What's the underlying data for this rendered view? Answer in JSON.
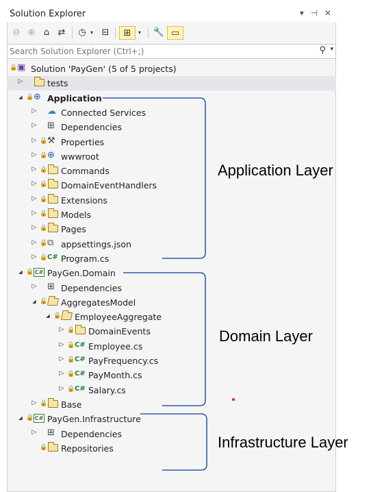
{
  "window": {
    "title": "Solution Explorer",
    "controls": "▾ ⊣ ✕"
  },
  "search": {
    "placeholder": "Search Solution Explorer (Ctrl+;)"
  },
  "tree": [
    {
      "label": "Solution 'PayGen' (5 of 5 projects)",
      "depth": 0,
      "expander": "",
      "lock": true,
      "icon": "solution-icon",
      "bold": false,
      "selected": false
    },
    {
      "label": "tests",
      "depth": 1,
      "expander": "right",
      "lock": false,
      "icon": "folder-icon",
      "bold": false,
      "selected": true
    },
    {
      "label": "Application",
      "depth": 1,
      "expander": "down",
      "lock": true,
      "icon": "web-project-icon",
      "bold": true,
      "selected": false
    },
    {
      "label": "Connected Services",
      "depth": 2,
      "expander": "right",
      "lock": false,
      "icon": "connected-services-icon",
      "bold": false,
      "selected": false
    },
    {
      "label": "Dependencies",
      "depth": 2,
      "expander": "right",
      "lock": false,
      "icon": "dependencies-icon",
      "bold": false,
      "selected": false
    },
    {
      "label": "Properties",
      "depth": 2,
      "expander": "right",
      "lock": true,
      "icon": "properties-icon",
      "bold": false,
      "selected": false
    },
    {
      "label": "wwwroot",
      "depth": 2,
      "expander": "right",
      "lock": true,
      "icon": "globe-icon",
      "bold": false,
      "selected": false
    },
    {
      "label": "Commands",
      "depth": 2,
      "expander": "right",
      "lock": true,
      "icon": "folder-icon",
      "bold": false,
      "selected": false
    },
    {
      "label": "DomainEventHandlers",
      "depth": 2,
      "expander": "right",
      "lock": true,
      "icon": "folder-icon",
      "bold": false,
      "selected": false
    },
    {
      "label": "Extensions",
      "depth": 2,
      "expander": "right",
      "lock": true,
      "icon": "folder-icon",
      "bold": false,
      "selected": false
    },
    {
      "label": "Models",
      "depth": 2,
      "expander": "right",
      "lock": true,
      "icon": "folder-icon",
      "bold": false,
      "selected": false
    },
    {
      "label": "Pages",
      "depth": 2,
      "expander": "right",
      "lock": true,
      "icon": "folder-icon",
      "bold": false,
      "selected": false
    },
    {
      "label": "appsettings.json",
      "depth": 2,
      "expander": "right",
      "lock": true,
      "icon": "json-file-icon",
      "bold": false,
      "selected": false
    },
    {
      "label": "Program.cs",
      "depth": 2,
      "expander": "right",
      "lock": true,
      "icon": "csharp-file-icon",
      "bold": false,
      "selected": false
    },
    {
      "label": "PayGen.Domain",
      "depth": 1,
      "expander": "down",
      "lock": true,
      "icon": "csharp-project-icon",
      "bold": false,
      "selected": false
    },
    {
      "label": "Dependencies",
      "depth": 2,
      "expander": "right",
      "lock": false,
      "icon": "dependencies-icon",
      "bold": false,
      "selected": false
    },
    {
      "label": "AggregatesModel",
      "depth": 2,
      "expander": "down",
      "lock": true,
      "icon": "folder-open-icon",
      "bold": false,
      "selected": false
    },
    {
      "label": "EmployeeAggregate",
      "depth": 3,
      "expander": "down",
      "lock": true,
      "icon": "folder-open-icon",
      "bold": false,
      "selected": false
    },
    {
      "label": "DomainEvents",
      "depth": 4,
      "expander": "right",
      "lock": true,
      "icon": "folder-icon",
      "bold": false,
      "selected": false
    },
    {
      "label": "Employee.cs",
      "depth": 4,
      "expander": "right",
      "lock": true,
      "icon": "csharp-file-icon",
      "bold": false,
      "selected": false
    },
    {
      "label": "PayFrequency.cs",
      "depth": 4,
      "expander": "right",
      "lock": true,
      "icon": "csharp-file-icon",
      "bold": false,
      "selected": false
    },
    {
      "label": "PayMonth.cs",
      "depth": 4,
      "expander": "right",
      "lock": true,
      "icon": "csharp-file-icon",
      "bold": false,
      "selected": false
    },
    {
      "label": "Salary.cs",
      "depth": 4,
      "expander": "right",
      "lock": true,
      "icon": "csharp-file-icon",
      "bold": false,
      "selected": false
    },
    {
      "label": "Base",
      "depth": 2,
      "expander": "right",
      "lock": true,
      "icon": "folder-icon",
      "bold": false,
      "selected": false
    },
    {
      "label": "PayGen.Infrastructure",
      "depth": 1,
      "expander": "down",
      "lock": true,
      "icon": "csharp-project-icon",
      "bold": false,
      "selected": false
    },
    {
      "label": "Dependencies",
      "depth": 2,
      "expander": "right",
      "lock": false,
      "icon": "dependencies-icon",
      "bold": false,
      "selected": false
    },
    {
      "label": "Repositories",
      "depth": 2,
      "expander": "",
      "lock": true,
      "icon": "folder-icon",
      "bold": false,
      "selected": false
    }
  ],
  "annotations": {
    "application": "Application Layer",
    "domain": "Domain Layer",
    "infrastructure": "Infrastructure Layer"
  },
  "colors": {
    "bracket": "#2e5aa8",
    "dot": "#e02020",
    "lock": "#1f5fbf",
    "csharp": "#2f7d32"
  }
}
